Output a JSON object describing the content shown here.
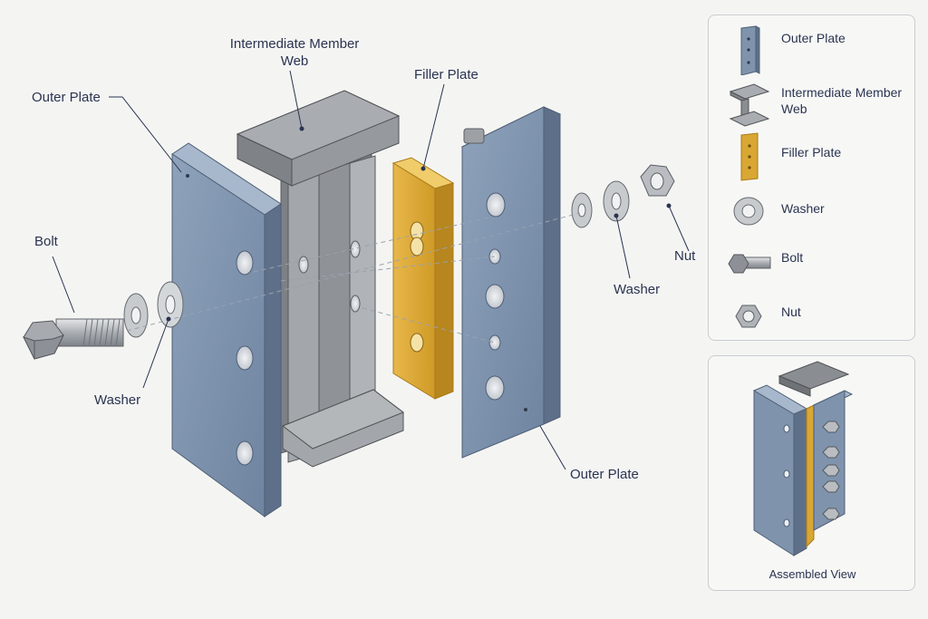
{
  "labels": {
    "outer_plate_left": "Outer Plate",
    "intermediate_member_web_line1": "Intermediate Member",
    "intermediate_member_web_line2": "Web",
    "filler_plate": "Filler Plate",
    "bolt": "Bolt",
    "washer_left": "Washer",
    "washer_right": "Washer",
    "nut": "Nut",
    "outer_plate_right": "Outer Plate"
  },
  "legend": {
    "items": [
      {
        "label": "Outer Plate",
        "icon": "outer-plate-icon"
      },
      {
        "label_line1": "Intermediate Member",
        "label_line2": "Web",
        "icon": "intermediate-member-icon"
      },
      {
        "label": "Filler Plate",
        "icon": "filler-plate-icon"
      },
      {
        "label": "Washer",
        "icon": "washer-icon"
      },
      {
        "label": "Bolt",
        "icon": "bolt-icon"
      },
      {
        "label": "Nut",
        "icon": "nut-icon"
      }
    ]
  },
  "assembled": {
    "caption": "Assembled View"
  },
  "colors": {
    "steel_blue": "#7f93ad",
    "steel_blue_dark": "#5e7089",
    "gray_member": "#8a8d91",
    "filler_gold": "#d9a733",
    "washer_silver": "#c8cbce",
    "text": "#2a3350"
  }
}
